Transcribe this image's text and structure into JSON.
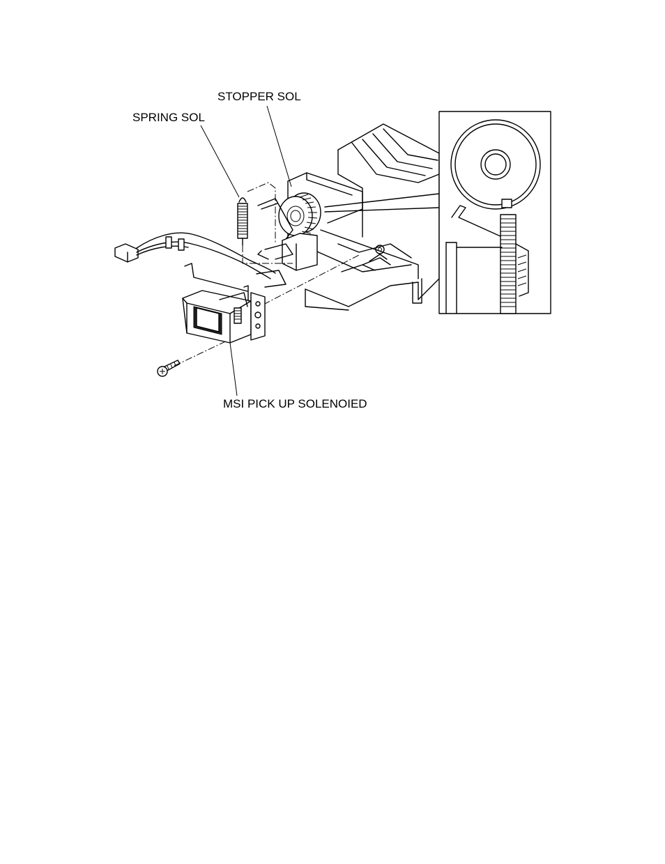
{
  "labels": {
    "stopper_sol": "STOPPER SOL",
    "spring_sol": "SPRING SOL",
    "msi_pick_up_solenoid": "MSI PICK UP SOLENOIED"
  }
}
